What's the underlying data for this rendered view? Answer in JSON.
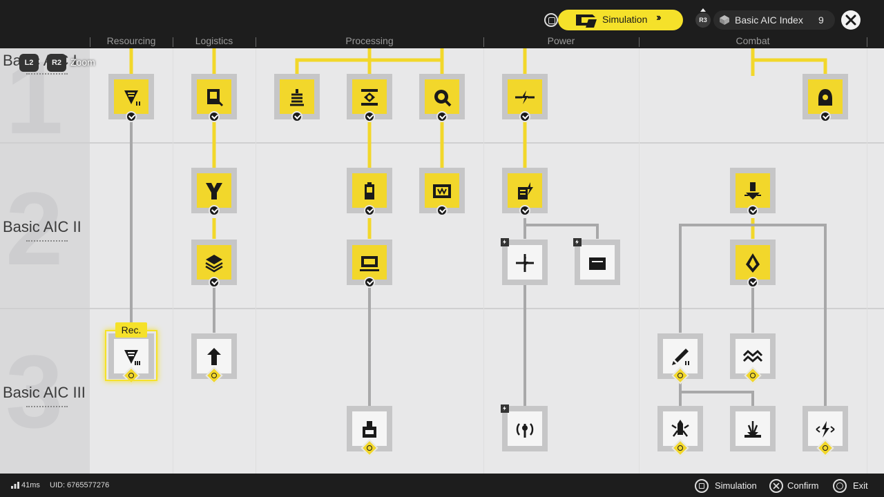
{
  "categories": [
    "Resourcing",
    "Logistics",
    "Processing",
    "Power",
    "Combat"
  ],
  "header": {
    "simulation_label": "Simulation",
    "r3_key": "R3",
    "index_label": "Basic AIC Index",
    "index_value": "9"
  },
  "zoom": {
    "l2": "L2",
    "r2": "R2",
    "label": "Zoom"
  },
  "tiers": [
    {
      "number": "1",
      "label": "Basic AIC I"
    },
    {
      "number": "2",
      "label": "Basic AIC II"
    },
    {
      "number": "3",
      "label": "Basic AIC III"
    }
  ],
  "recommend_label": "Rec.",
  "footer": {
    "ping": "41ms",
    "uid": "UID: 6765577276",
    "simulation_label": "Simulation",
    "confirm_label": "Confirm",
    "exit_label": "Exit"
  },
  "colors": {
    "accent": "#f2d72b",
    "dark": "#1d1d1d",
    "panel": "#e8e8e9"
  },
  "nodes": [
    {
      "id": "res-1",
      "state": "unlocked",
      "icon": "drill-2-icon"
    },
    {
      "id": "log-1",
      "state": "unlocked",
      "icon": "depot-icon"
    },
    {
      "id": "proc-1a",
      "state": "unlocked",
      "icon": "stack-icon"
    },
    {
      "id": "proc-1b",
      "state": "unlocked",
      "icon": "refinery-icon"
    },
    {
      "id": "proc-1c",
      "state": "unlocked",
      "icon": "grinder-icon"
    },
    {
      "id": "pow-1",
      "state": "unlocked",
      "icon": "power-pylon-icon"
    },
    {
      "id": "com-1",
      "state": "unlocked",
      "icon": "turret-icon"
    },
    {
      "id": "log-2a",
      "state": "unlocked",
      "icon": "splitter-icon"
    },
    {
      "id": "proc-2a",
      "state": "unlocked",
      "icon": "battery-icon"
    },
    {
      "id": "proc-2b",
      "state": "unlocked",
      "icon": "assembler-icon"
    },
    {
      "id": "pow-2",
      "state": "unlocked",
      "icon": "generator-icon"
    },
    {
      "id": "com-2",
      "state": "unlocked",
      "icon": "defense-tower-icon"
    },
    {
      "id": "log-2b",
      "state": "unlocked",
      "icon": "layers-icon"
    },
    {
      "id": "proc-2c",
      "state": "unlocked",
      "icon": "workstation-icon"
    },
    {
      "id": "pow-2b",
      "state": "locked",
      "icon": "relay-icon"
    },
    {
      "id": "pow-2c",
      "state": "locked",
      "icon": "storage-box-icon"
    },
    {
      "id": "com-2b",
      "state": "unlocked",
      "icon": "crystal-icon"
    },
    {
      "id": "res-3",
      "state": "locked",
      "icon": "drill-3-icon"
    },
    {
      "id": "log-3",
      "state": "locked",
      "icon": "elevator-icon"
    },
    {
      "id": "com-3a",
      "state": "locked",
      "icon": "rocket-2-icon"
    },
    {
      "id": "com-3b",
      "state": "locked",
      "icon": "wave-icon"
    },
    {
      "id": "proc-3",
      "state": "locked",
      "icon": "furnace-icon"
    },
    {
      "id": "pow-3",
      "state": "locked",
      "icon": "wireless-tower-icon"
    },
    {
      "id": "com-3c",
      "state": "locked",
      "icon": "missile-icon"
    },
    {
      "id": "com-3d",
      "state": "locked",
      "icon": "blast-icon"
    },
    {
      "id": "com-3e",
      "state": "locked",
      "icon": "tesla-icon"
    }
  ]
}
